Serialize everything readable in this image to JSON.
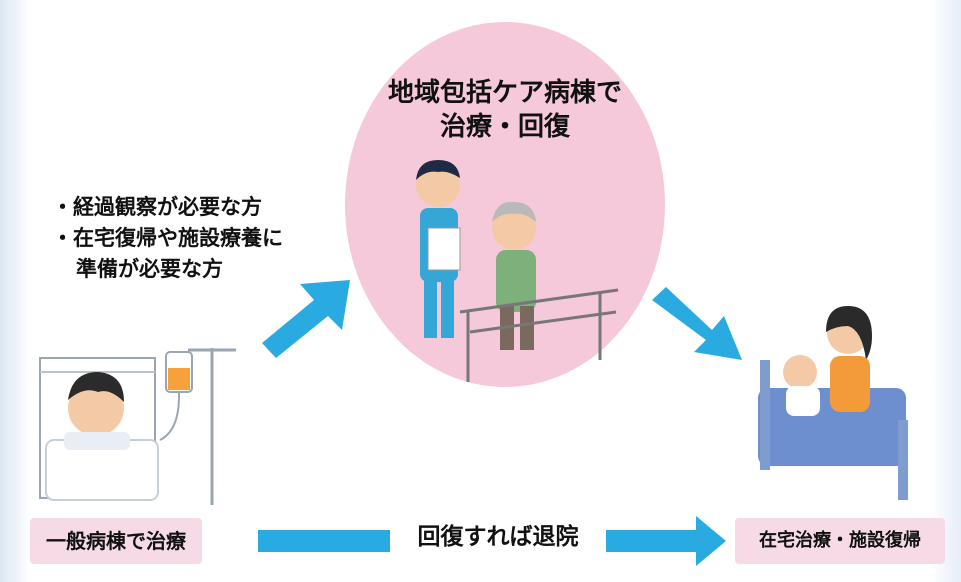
{
  "center": {
    "title_line1": "地域包括ケア病棟で",
    "title_line2": "治療・回復"
  },
  "notes": {
    "line1": "・経過観察が必要な方",
    "line2": "・在宅復帰や施設療養に",
    "line3": "準備が必要な方"
  },
  "boxes": {
    "left": "一般病棟で治療",
    "right": "在宅治療・施設復帰"
  },
  "flow": {
    "bottom_label": "回復すれば退院"
  },
  "colors": {
    "circle": "#f5c9da",
    "arrow": "#29abe2",
    "box": "#f6dbe6"
  }
}
